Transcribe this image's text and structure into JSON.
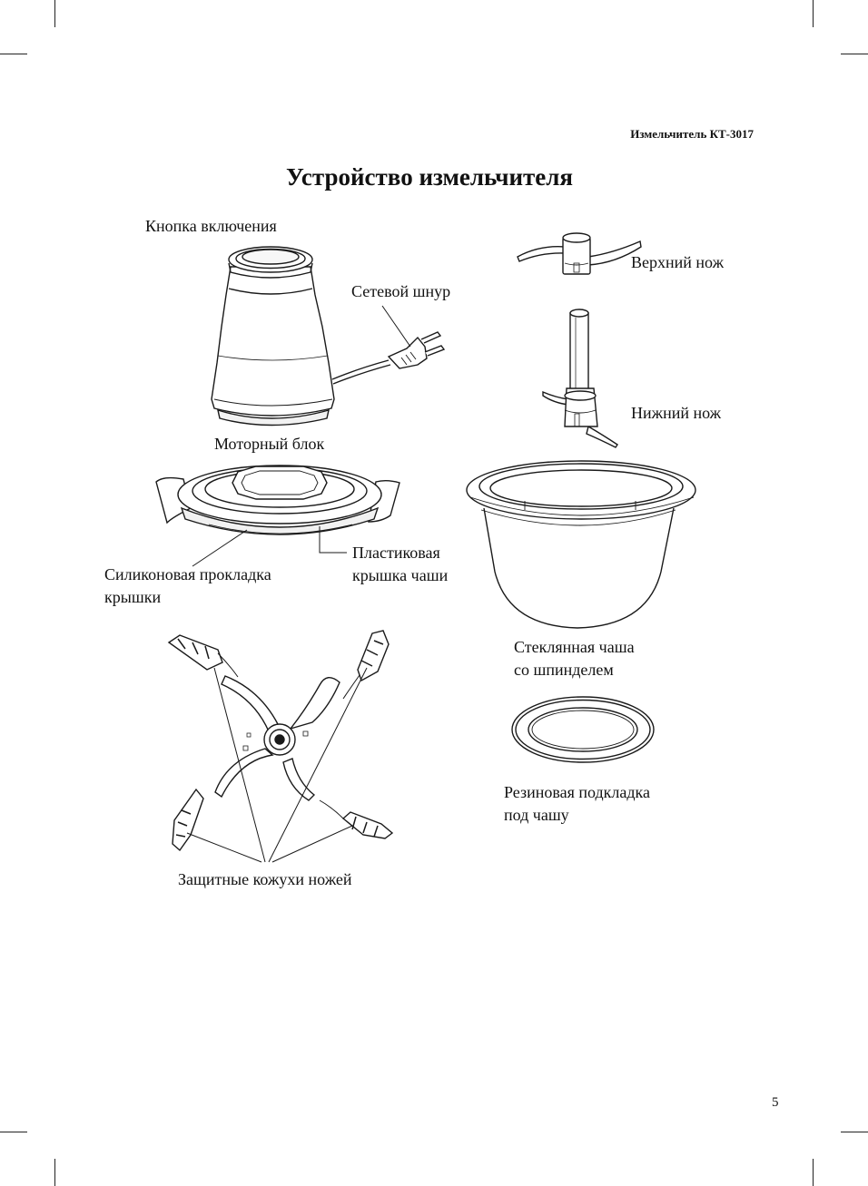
{
  "header": {
    "product": "Измельчитель КТ-3017"
  },
  "title": "Устройство измельчителя",
  "labels": {
    "power_button": "Кнопка включения",
    "power_cord": "Сетевой шнур",
    "motor_unit": "Моторный блок",
    "upper_blade": "Верхний нож",
    "lower_blade": "Нижний нож",
    "plastic_lid": [
      "Пластиковая",
      "крышка чаши"
    ],
    "silicone_gasket": [
      "Силиконовая прокладка",
      "крышки"
    ],
    "glass_bowl": [
      "Стеклянная чаша",
      "со шпинделем"
    ],
    "rubber_pad": [
      "Резиновая подкладка",
      "под чашу"
    ],
    "blade_guards": "Защитные кожухи ножей"
  },
  "page_number": "5"
}
